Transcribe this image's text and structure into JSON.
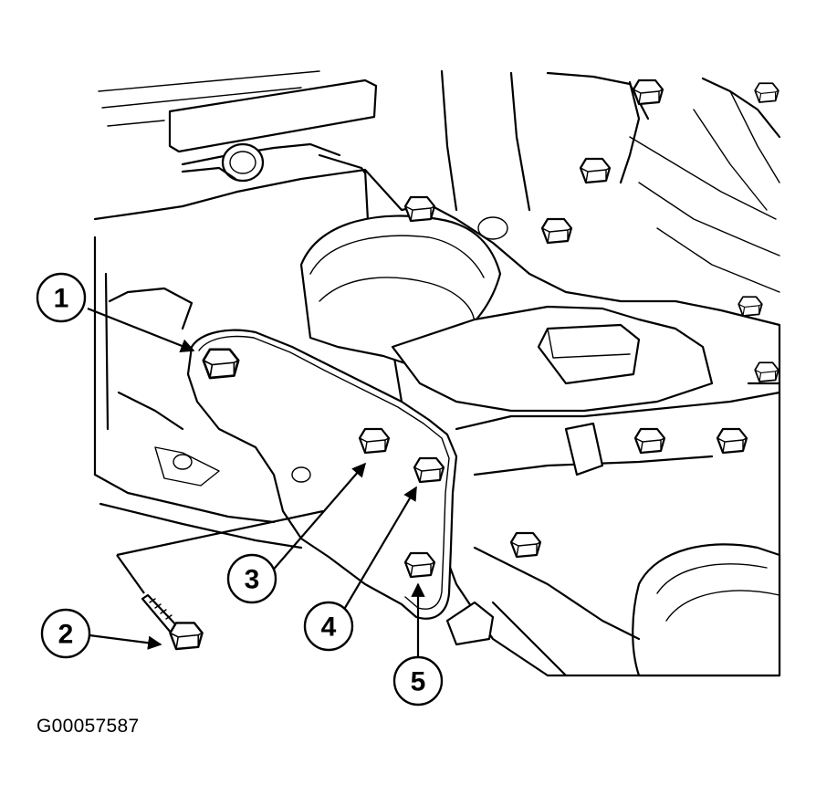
{
  "figure": {
    "code": "G00057587"
  },
  "callouts": [
    {
      "label": "1",
      "part": "bolt"
    },
    {
      "label": "2",
      "part": "bolt"
    },
    {
      "label": "3",
      "part": "bolt"
    },
    {
      "label": "4",
      "part": "bolt"
    },
    {
      "label": "5",
      "part": "bolt"
    }
  ],
  "colors": {
    "line": "#000000",
    "background": "#ffffff"
  }
}
